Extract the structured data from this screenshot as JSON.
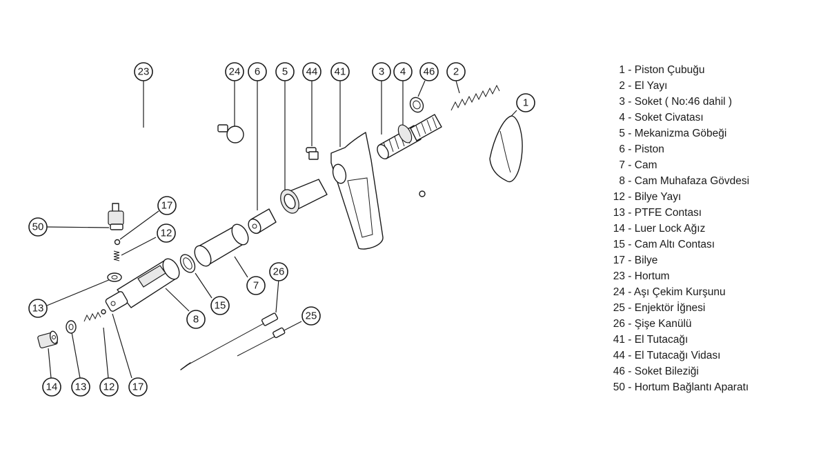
{
  "callouts": [
    "23",
    "24",
    "6",
    "5",
    "44",
    "41",
    "3",
    "4",
    "46",
    "2",
    "1",
    "17",
    "50",
    "12",
    "13",
    "15",
    "7",
    "8",
    "26",
    "25",
    "14",
    "13",
    "12",
    "17"
  ],
  "legend": [
    {
      "num": "1",
      "label": "Piston Çubuğu"
    },
    {
      "num": "2",
      "label": "El Yayı"
    },
    {
      "num": "3",
      "label": "Soket ( No:46 dahil )"
    },
    {
      "num": "4",
      "label": "Soket Civatası"
    },
    {
      "num": "5",
      "label": "Mekanizma Göbeği"
    },
    {
      "num": "6",
      "label": "Piston"
    },
    {
      "num": "7",
      "label": "Cam"
    },
    {
      "num": "8",
      "label": "Cam Muhafaza Gövdesi"
    },
    {
      "num": "12",
      "label": "Bilye Yayı"
    },
    {
      "num": "13",
      "label": "PTFE Contası"
    },
    {
      "num": "14",
      "label": "Luer Lock Ağız"
    },
    {
      "num": "15",
      "label": "Cam Altı Contası"
    },
    {
      "num": "17",
      "label": "Bilye"
    },
    {
      "num": "23",
      "label": "Hortum"
    },
    {
      "num": "24",
      "label": "Aşı Çekim Kurşunu"
    },
    {
      "num": "25",
      "label": "Enjektör İğnesi"
    },
    {
      "num": "26",
      "label": "Şişe Kanülü"
    },
    {
      "num": "41",
      "label": "El Tutacağı"
    },
    {
      "num": "44",
      "label": "El Tutacağı Vidası"
    },
    {
      "num": "46",
      "label": "Soket Bileziği"
    },
    {
      "num": "50",
      "label": "Hortum Bağlantı Aparatı"
    }
  ],
  "legend_separator": " - "
}
